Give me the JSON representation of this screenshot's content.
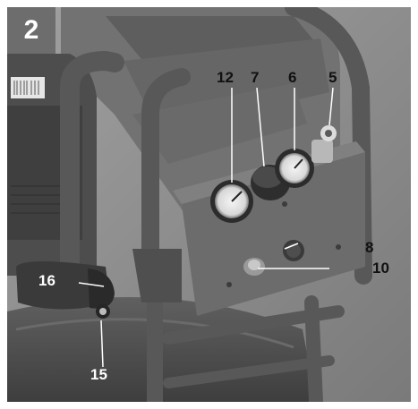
{
  "figure": {
    "number": "2"
  },
  "callouts": [
    {
      "id": "12",
      "label": "12"
    },
    {
      "id": "7",
      "label": "7"
    },
    {
      "id": "6",
      "label": "6"
    },
    {
      "id": "5",
      "label": "5"
    },
    {
      "id": "8",
      "label": "8"
    },
    {
      "id": "10",
      "label": "10"
    },
    {
      "id": "16",
      "label": "16"
    },
    {
      "id": "15",
      "label": "15"
    }
  ],
  "colors": {
    "badge": "#6d6d6d",
    "background": "#8a8a8a",
    "frame": "#5a5a5a",
    "panel": "#6c6c6c",
    "tank": "#505050",
    "callout_text": "#111111",
    "callout_light": "#ffffff"
  }
}
